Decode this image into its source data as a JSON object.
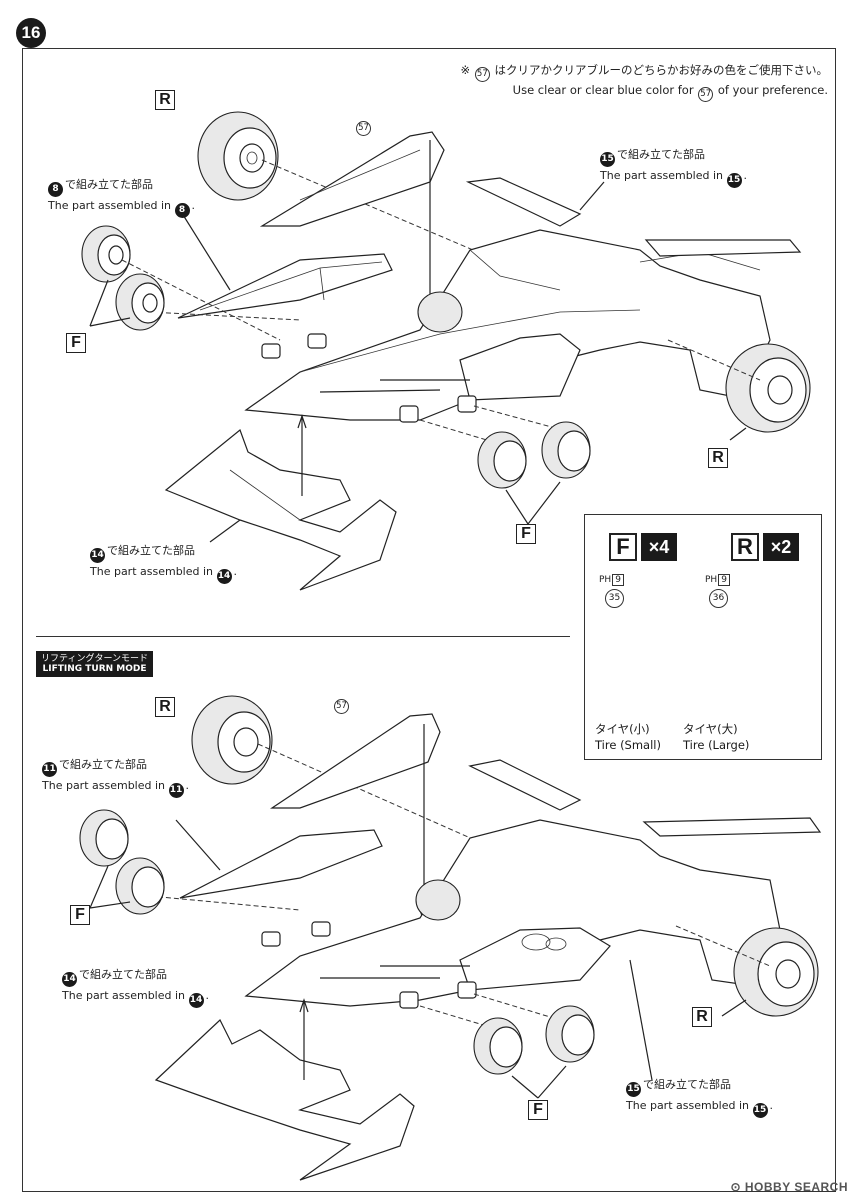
{
  "step_number": "16",
  "note": {
    "prefix": "※",
    "part_ref": "57",
    "jp_text": "はクリアかクリアブルーのどちらかお好みの色をご使用下さい。",
    "en_before": "Use clear or clear blue color for",
    "en_after": "of your preference."
  },
  "top": {
    "part_57": "57",
    "callout_15": {
      "num": "15",
      "jp": "で組み立てた部品",
      "en": "The part assembled in",
      "en_num": "15"
    },
    "callout_8": {
      "num": "8",
      "jp": "で組み立てた部品",
      "en": "The part assembled in",
      "en_num": "8"
    },
    "callout_14": {
      "num": "14",
      "jp": "で組み立てた部品",
      "en": "The part assembled in",
      "en_num": "14"
    },
    "labels": {
      "r_top": "R",
      "f_left": "F",
      "r_right": "R",
      "f_bottom": "F"
    }
  },
  "mode": {
    "jp": "リフティングターンモード",
    "en": "LIFTING TURN MODE"
  },
  "bottom": {
    "part_57": "57",
    "callout_11": {
      "num": "11",
      "jp": "で組み立てた部品",
      "en": "The part assembled in",
      "en_num": "11"
    },
    "callout_14": {
      "num": "14",
      "jp": "で組み立てた部品",
      "en": "The part assembled in",
      "en_num": "14"
    },
    "callout_15": {
      "num": "15",
      "jp": "で組み立てた部品",
      "en": "The part assembled in",
      "en_num": "15"
    },
    "labels": {
      "r_top": "R",
      "f_left": "F",
      "r_right": "R",
      "f_bottom": "F"
    }
  },
  "inset": {
    "front": {
      "letter": "F",
      "mult": "×4",
      "sprue": "PH",
      "sprue_num": "9",
      "part": "35",
      "jp": "タイヤ(小)",
      "en": "Tire (Small)"
    },
    "rear": {
      "letter": "R",
      "mult": "×2",
      "sprue": "PH",
      "sprue_num": "9",
      "part": "36",
      "jp": "タイヤ(大)",
      "en": "Tire (Large)"
    }
  },
  "watermark": "HOBBY SEARCH"
}
